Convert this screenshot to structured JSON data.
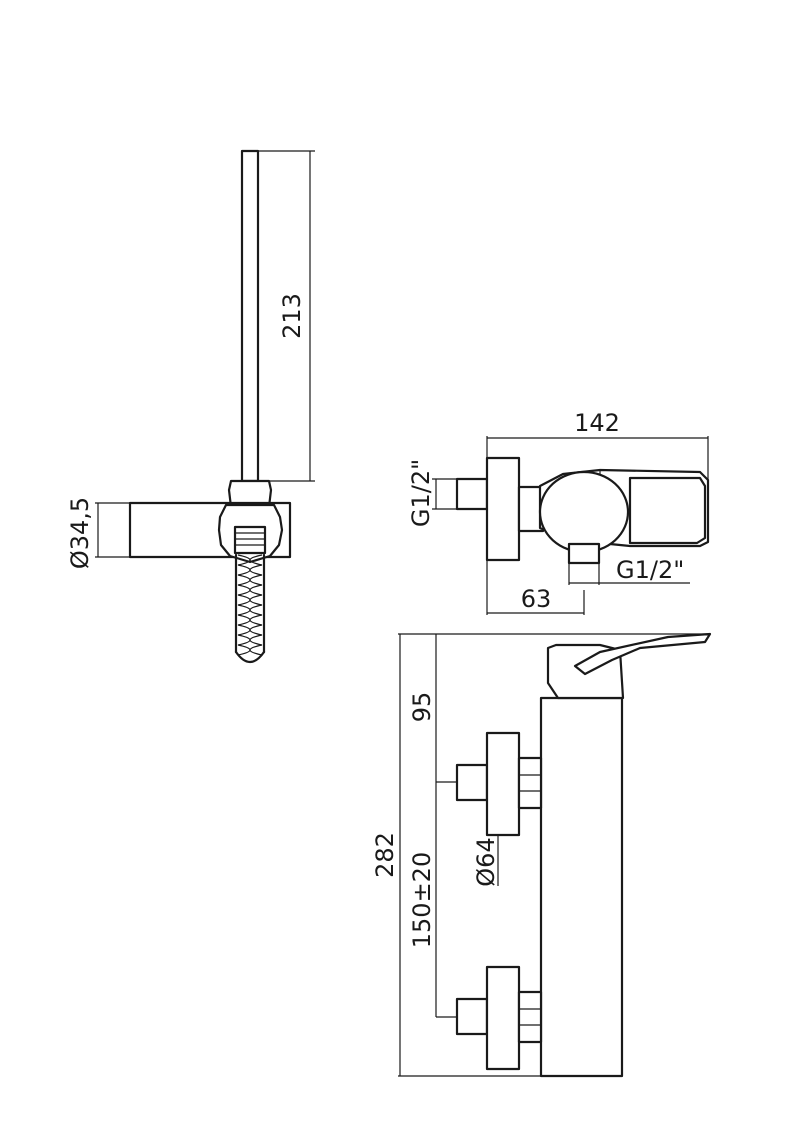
{
  "dimensions": {
    "shower_height": "213",
    "holder_diameter": "Ø34,5",
    "body_width": "142",
    "inlet_thread": "G1/2\"",
    "outlet_thread": "G1/2\"",
    "inlet_depth": "63",
    "total_height": "282",
    "top_offset": "95",
    "inlet_spacing": "150±20",
    "flange_diameter": "Ø64"
  }
}
